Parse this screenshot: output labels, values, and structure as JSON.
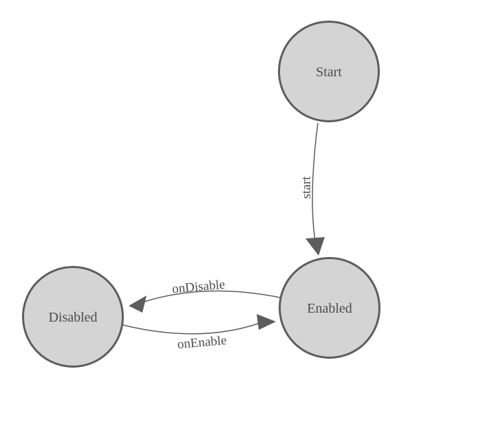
{
  "diagram": {
    "type": "state-machine-diagram",
    "background_color": "#ffffff",
    "node_fill_color": "#d4d4d4",
    "node_border_color": "#5d5d5d",
    "edge_color": "#5d5d5d",
    "label_color": "#4c4c54",
    "nodes": [
      {
        "id": "start",
        "label": "Start"
      },
      {
        "id": "enabled",
        "label": "Enabled"
      },
      {
        "id": "disabled",
        "label": "Disabled"
      }
    ],
    "edges": [
      {
        "from": "start",
        "to": "enabled",
        "label": "start"
      },
      {
        "from": "enabled",
        "to": "disabled",
        "label": "onDisable"
      },
      {
        "from": "disabled",
        "to": "enabled",
        "label": "onEnable"
      }
    ]
  }
}
